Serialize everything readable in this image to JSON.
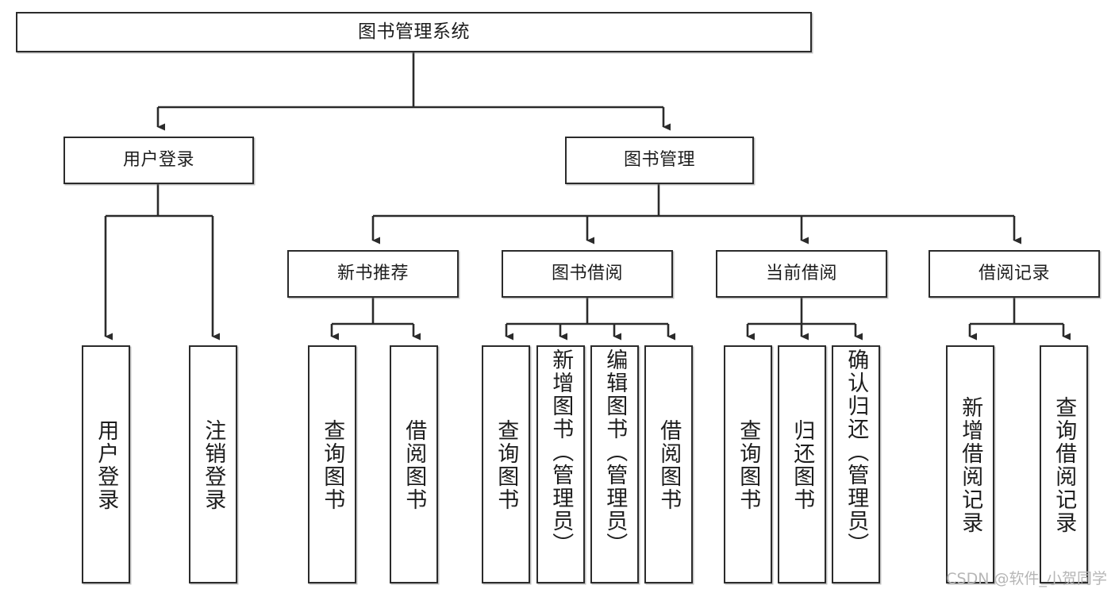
{
  "diagram": {
    "title": "图书管理系统",
    "watermark": "CSDN @软件_小贺同学",
    "line_color": "#2b2b2b",
    "box_fill": "#ffffff",
    "text_color": "#1d1d1d",
    "root": {
      "label": "图书管理系统"
    },
    "level1": [
      {
        "label": "用户登录"
      },
      {
        "label": "图书管理"
      }
    ],
    "level2": [
      {
        "label": "新书推荐"
      },
      {
        "label": "图书借阅"
      },
      {
        "label": "当前借阅"
      },
      {
        "label": "借阅记录"
      }
    ],
    "leaves": {
      "user_login": [
        {
          "label": "用户登录"
        },
        {
          "label": "注销登录"
        }
      ],
      "new_book_recommend": [
        {
          "label": "查询图书"
        },
        {
          "label": "借阅图书"
        }
      ],
      "book_borrow": [
        {
          "label": "查询图书"
        },
        {
          "label": "新增图书（管理员）"
        },
        {
          "label": "编辑图书（管理员）"
        },
        {
          "label": "借阅图书"
        }
      ],
      "current_borrow": [
        {
          "label": "查询图书"
        },
        {
          "label": "归还图书"
        },
        {
          "label": "确认归还（管理员）"
        }
      ],
      "borrow_record": [
        {
          "label": "新增借阅记录"
        },
        {
          "label": "查询借阅记录"
        }
      ]
    }
  }
}
